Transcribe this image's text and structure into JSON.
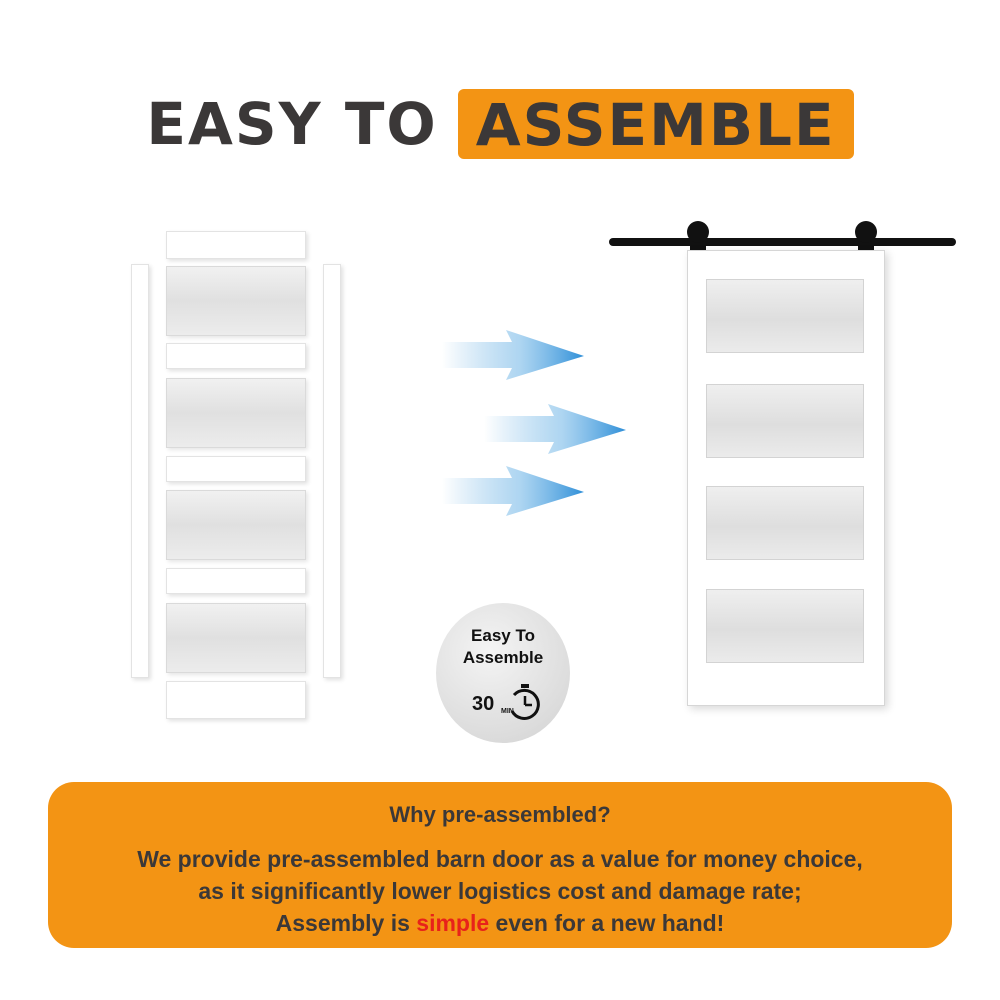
{
  "title": {
    "part1": "EASY TO",
    "part2": "ASSEMBLE"
  },
  "badge": {
    "line1": "Easy To",
    "line2": "Assemble",
    "minutes": "30",
    "unit": "MIN"
  },
  "info": {
    "question": "Why pre-assembled?",
    "line1": "We provide pre-assembled barn door as a value for money choice,",
    "line2": "as it significantly lower logistics cost and damage rate;",
    "line3_before": "Assembly is ",
    "line3_highlight": "simple",
    "line3_after": " even for a new hand!"
  },
  "colors": {
    "accent": "#f39414",
    "text_dark": "#3b3838",
    "highlight_red": "#e8221a",
    "arrow_blue": "#4a9fdc"
  },
  "icons": [
    "arrow-right-icon",
    "clock-icon",
    "barn-door-track-icon"
  ]
}
